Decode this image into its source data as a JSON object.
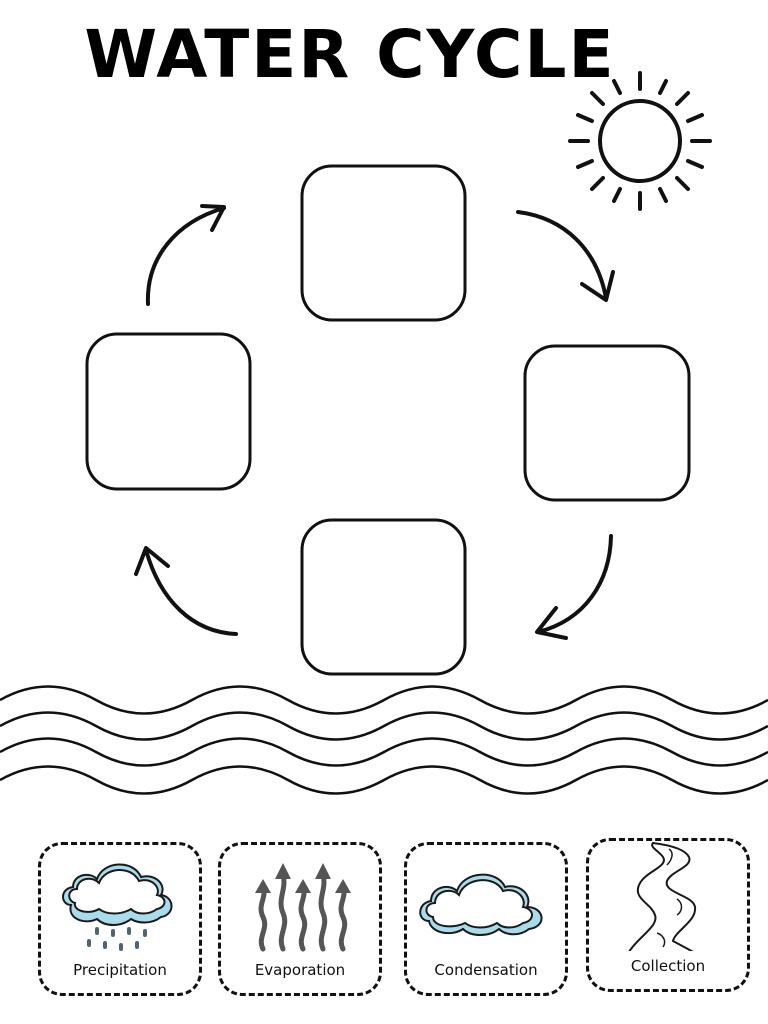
{
  "title": "WATER CYCLE",
  "colors": {
    "ink": "#111111",
    "cloud_accent": "#a8dcec",
    "vapor_gray": "#555555"
  },
  "icons": [
    "sun-icon",
    "precipitation-icon",
    "evaporation-icon",
    "condensation-icon",
    "collection-icon"
  ],
  "cycle": {
    "boxes": [
      "top",
      "right",
      "bottom",
      "left"
    ],
    "arrows": [
      "top-to-right",
      "right-to-bottom",
      "bottom-to-left",
      "left-to-top"
    ]
  },
  "cards": [
    {
      "label": "Precipitation",
      "icon": "precipitation-icon"
    },
    {
      "label": "Evaporation",
      "icon": "evaporation-icon"
    },
    {
      "label": "Condensation",
      "icon": "condensation-icon"
    },
    {
      "label": "Collection",
      "icon": "collection-icon"
    }
  ]
}
